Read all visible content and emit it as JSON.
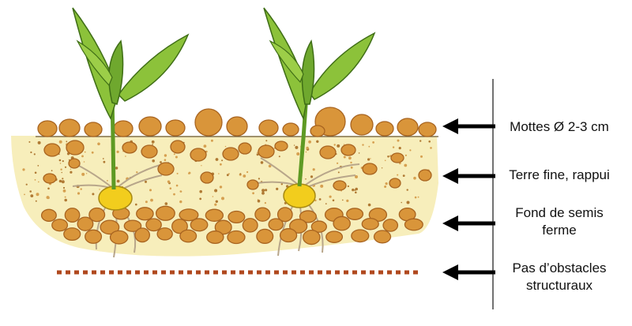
{
  "labels": {
    "mottes": "Mottes Ø 2-3 cm",
    "terre_fine": "Terre fine, rappui",
    "fond_line1": "Fond de semis",
    "fond_line2": "ferme",
    "pas_line1": "Pas d’obstacles",
    "pas_line2": "structuraux"
  },
  "colors": {
    "soil_background": "#f7eebb",
    "clod_fill": "#d9953a",
    "clod_outline": "#a86420",
    "leaf": "#8cc23a",
    "leaf_dark": "#4f8a1e",
    "seed": "#f2cd1d",
    "root": "#b8a68a",
    "dotted_line": "#b0481e",
    "arrow": "#000000"
  },
  "icons": [
    "arrow-left-icon",
    "maize-seedling-icon",
    "seed-icon"
  ]
}
